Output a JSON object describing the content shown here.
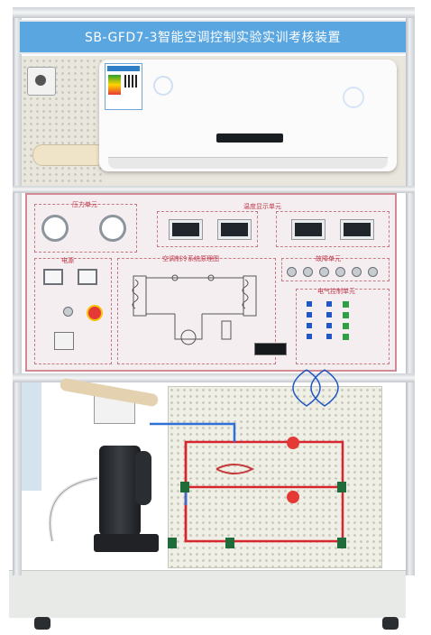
{
  "device": {
    "title": "SB-GFD7-3智能空调控制实验实训考核装置"
  },
  "panel_labels": {
    "pressure_unit": "压力单元",
    "temperature_unit": "温度显示单元",
    "power": "电源",
    "schematic": "空调制冷系统原理图",
    "fault_unit": "故障单元",
    "electrical_unit": "电气控制单元"
  },
  "colors": {
    "title_bar": "#5aa6e0",
    "panel_border": "#d48a94",
    "stop_button": "#e53935",
    "pipe_red": "#d8262f",
    "pipe_blue": "#2f6fd6"
  }
}
